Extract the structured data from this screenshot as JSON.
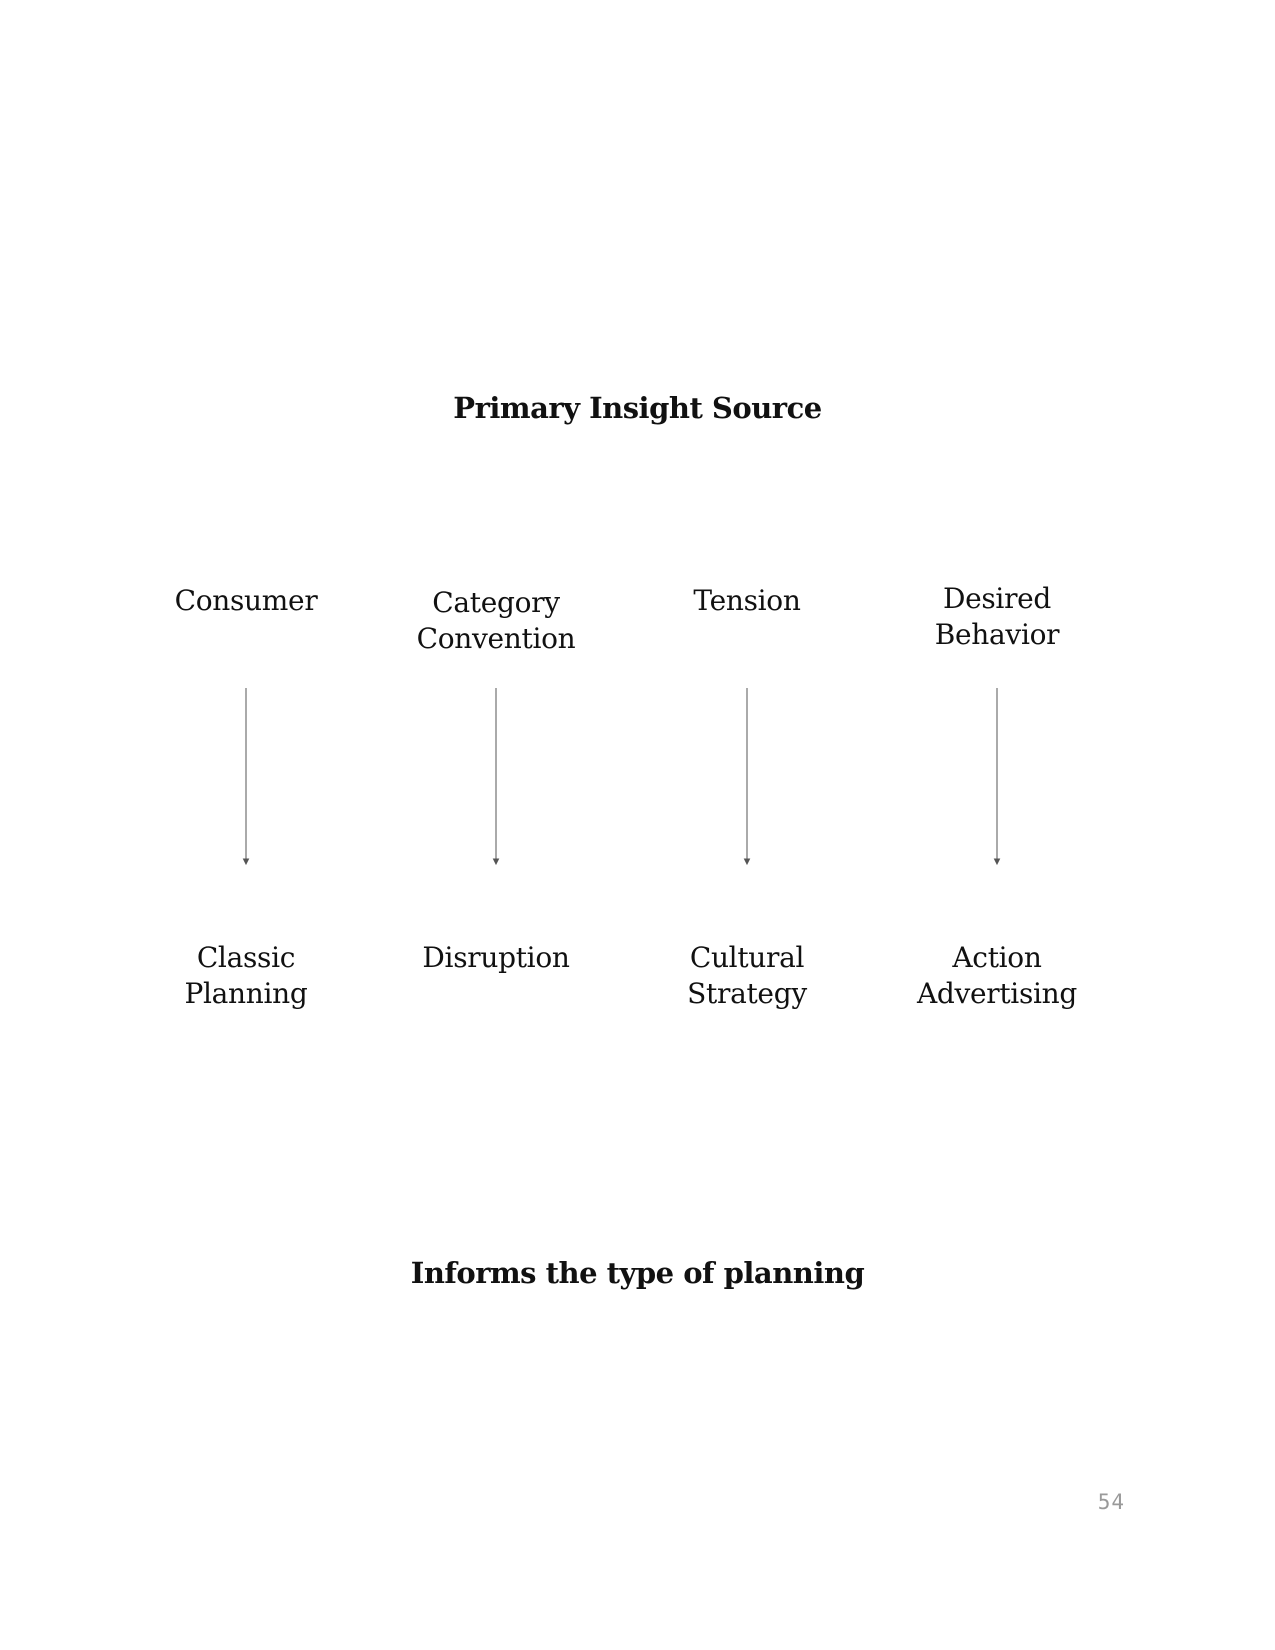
{
  "title": "Primary Insight Source",
  "footer_title": "Informs the type of planning",
  "page_number": "54",
  "columns": [
    {
      "source": "Consumer",
      "result": "Classic\nPlanning"
    },
    {
      "source": "Category\nConvention",
      "result": "Disruption"
    },
    {
      "source": "Tension",
      "result": "Cultural\nStrategy"
    },
    {
      "source": "Desired\nBehavior",
      "result": "Action\nAdvertising"
    }
  ],
  "colors": {
    "text": "#111111",
    "connector": "#555555",
    "page_number": "#9a9a9a"
  }
}
